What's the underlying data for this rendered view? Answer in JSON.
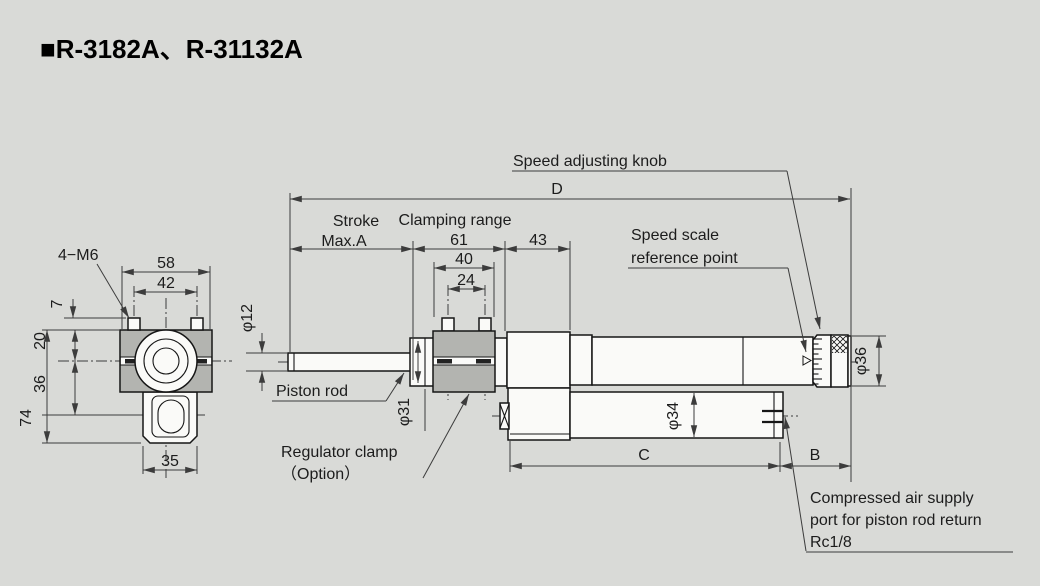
{
  "title": "■R-3182A、R-31132A",
  "colors": {
    "background": "#d9dad7",
    "part_fill": "#fafaf8",
    "clamp_fill": "#b3b4b0",
    "outline": "#161616",
    "dimension_lines": "#3c3c3c"
  },
  "labels": {
    "speed_adjusting_knob": "Speed adjusting knob",
    "speed_scale_ref_1": "Speed scale",
    "speed_scale_ref_2": "reference point",
    "piston_rod": "Piston rod",
    "regulator_clamp_1": "Regulator clamp",
    "regulator_clamp_2": "（Option）",
    "air_supply_1": "Compressed air supply",
    "air_supply_2": "port for piston rod return",
    "air_supply_3": "Rc1/8",
    "stroke_1": "Stroke",
    "stroke_2": "Max.A",
    "clamping_range": "Clamping range"
  },
  "dims": {
    "overall_length": "D",
    "clamping_range_value": "61",
    "head_length": "43",
    "clamp_bolt_outer": "40",
    "clamp_bolt_inner": "24",
    "rod_diameter": "φ12",
    "tube_diameter": "φ31",
    "cylinder_diameter": "φ34",
    "knob_diameter": "φ36",
    "body_length": "C",
    "rear_length": "B",
    "clamp_width": "58",
    "bolt_span": "42",
    "bolt_protrusion": "7",
    "top_to_center": "20",
    "center_to_mount": "36",
    "clamp_height": "74",
    "mount_width": "35",
    "bolt_thread": "4−M6"
  }
}
